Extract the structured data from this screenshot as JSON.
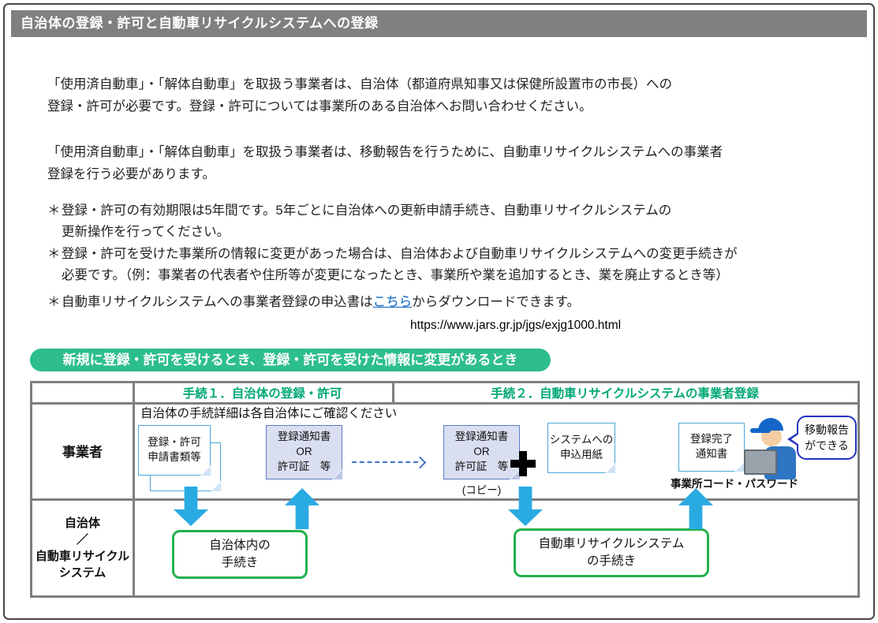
{
  "title_bar": {
    "text": "自治体の登録・許可と自動車リサイクルシステムへの登録"
  },
  "intro": {
    "p1": "「使用済自動車」・「解体自動車」を取扱う事業者は、自治体（都道府県知事又は保健所設置市の市長）への\n登録・許可が必要です。登録・許可については事業所のある自治体へお問い合わせください。",
    "p2": "「使用済自動車」・「解体自動車」を取扱う事業者は、移動報告を行うために、自動車リサイクルシステムへの事業者\n登録を行う必要があります。",
    "bullets": [
      {
        "marker": "＊",
        "text": "登録・許可の有効期限は5年間です。5年ごとに自治体への更新申請手続き、自動車リサイクルシステムの\n更新操作を行ってください。"
      },
      {
        "marker": "＊",
        "text": "登録・許可を受けた事業所の情報に変更があった場合は、自治体および自動車リサイクルシステムへの変更手続きが\n必要です。（例：事業者の代表者や住所等が変更になったとき、事業所や業を追加するとき、業を廃止するとき等）"
      },
      {
        "marker": "＊",
        "pre": "自動車リサイクルシステムへの事業者登録の申込書は",
        "link": "こちら",
        "post": "からダウンロードできます。"
      }
    ],
    "url": "https://www.jars.gr.jp/jgs/exjg1000.html"
  },
  "banner": {
    "text": "新規に登録・許可を受けるとき、登録・許可を受けた情報に変更があるとき"
  },
  "table": {
    "header": {
      "col2": "手続１．自治体の登録・許可",
      "col3": "手続２．自動車リサイクルシステムの事業者登録"
    },
    "rows": [
      {
        "label": "事業者"
      },
      {
        "label": "自治体\n／\n自動車リサイクル\nシステム"
      }
    ],
    "note": "自治体の手続詳細は各自治体にご確認ください"
  },
  "diagram": {
    "doc_application": "登録・許可\n申請書類等",
    "doc_notice1": "登録通知書\nOR\n許可証　等",
    "doc_notice2": "登録通知書\nOR\n許可証　等",
    "copy_label": "(コピー)",
    "doc_form": "システムへの\n申込用紙",
    "doc_complete": "登録完了\n通知書",
    "credentials": "事業所コード・パスワード",
    "bubble": "移動報告\nができる",
    "box_municipality": "自治体内の\n手続き",
    "box_system": "自動車リサイクルシステム\nの手続き"
  },
  "colors": {
    "title_bar_gray": "#808080",
    "banner_green": "#2DBE8C",
    "header_text_green": "#00A876",
    "table_border_gray": "#7F7F7F",
    "flow_arrow_cyan": "#29ABE2",
    "green_box_border": "#22B14C",
    "doc_border_blue": "#4AA6DB",
    "doc_fill_blue": "#D9DFF0",
    "dashed_arrow_blue": "#4472C4",
    "bubble_border_blue": "#2333C1",
    "link_blue": "#0563C1"
  }
}
